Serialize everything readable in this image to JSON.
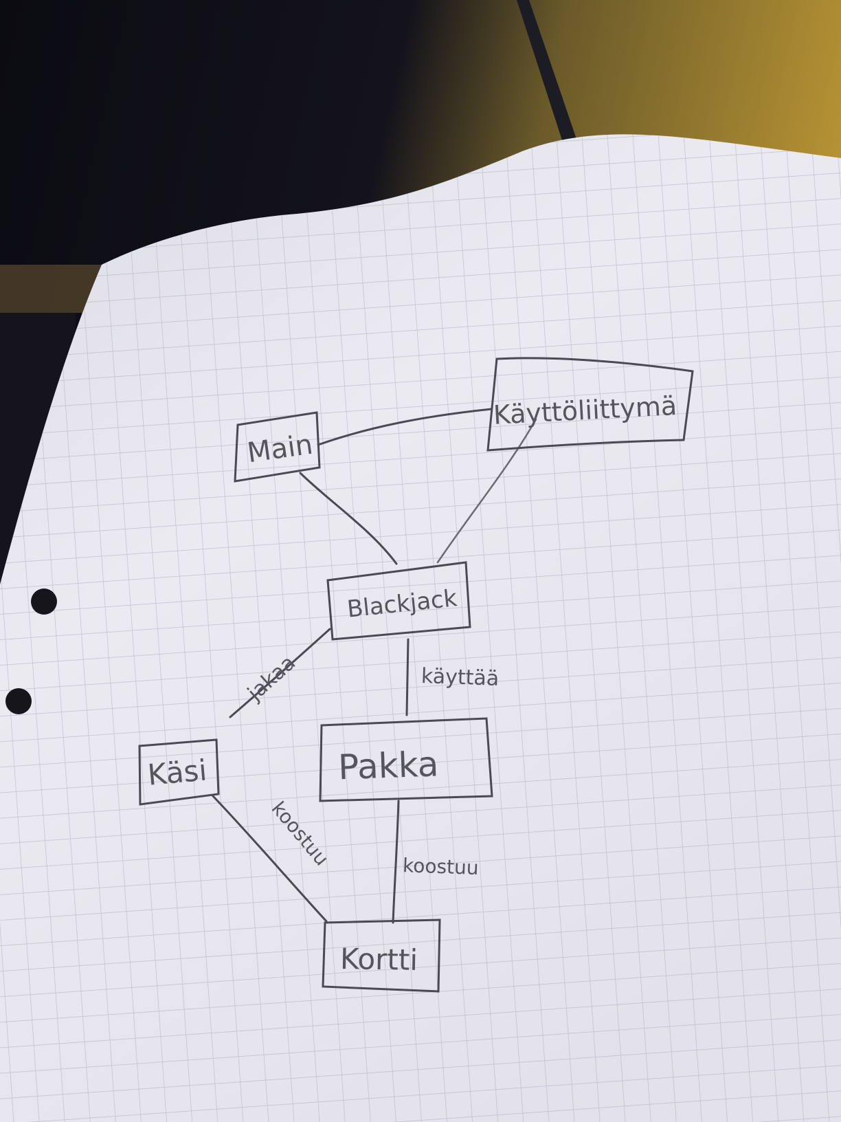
{
  "diagram": {
    "nodes": [
      {
        "id": "main",
        "label": "Main"
      },
      {
        "id": "kayttoliittyma",
        "label": "Käyttöliittymä"
      },
      {
        "id": "blackjack",
        "label": "Blackjack"
      },
      {
        "id": "kasi",
        "label": "Käsi"
      },
      {
        "id": "pakka",
        "label": "Pakka"
      },
      {
        "id": "kortti",
        "label": "Kortti"
      }
    ],
    "edges": [
      {
        "from": "main",
        "to": "kayttoliittyma",
        "label": ""
      },
      {
        "from": "main",
        "to": "blackjack",
        "label": ""
      },
      {
        "from": "kayttoliittyma",
        "to": "blackjack",
        "label": ""
      },
      {
        "from": "blackjack",
        "to": "kasi",
        "label": "jakaa"
      },
      {
        "from": "blackjack",
        "to": "pakka",
        "label": "käyttää"
      },
      {
        "from": "kasi",
        "to": "kortti",
        "label": "koostuu"
      },
      {
        "from": "pakka",
        "to": "kortti",
        "label": "koostuu"
      }
    ]
  },
  "colors": {
    "paper": "#ecebf2",
    "grid": "#b9bcc9",
    "pencil": "#4a4a52",
    "background_dark": "#101018",
    "background_warm": "#b8902c"
  }
}
